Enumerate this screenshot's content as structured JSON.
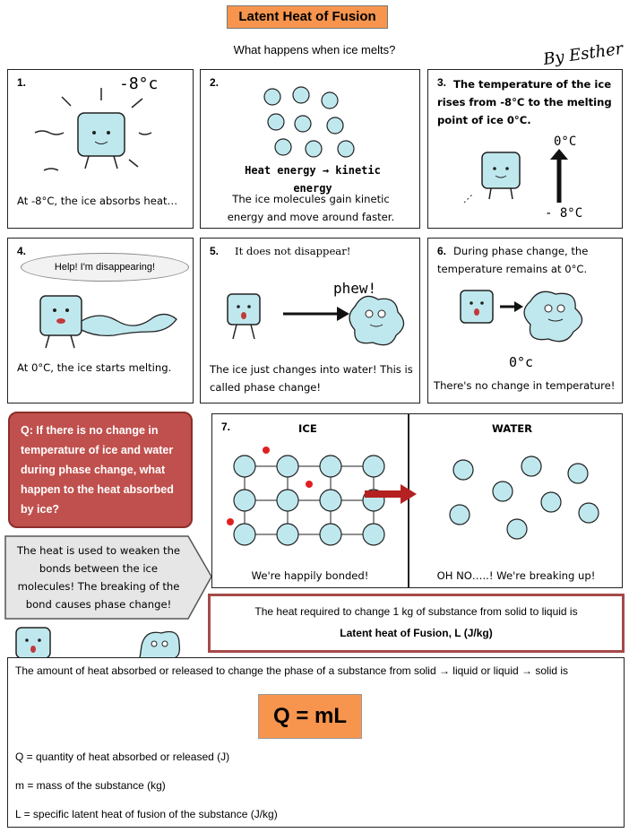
{
  "title": "Latent Heat of Fusion",
  "subtitle": "What happens when ice melts?",
  "signature": "By Esther",
  "panel1": {
    "num": "1.",
    "temp": "-8°c",
    "caption": "At -8°C, the ice absorbs heat…"
  },
  "panel2": {
    "num": "2.",
    "arrow_label": "Heat energy → kinetic energy",
    "caption": "The ice molecules gain kinetic energy and move around faster."
  },
  "panel3": {
    "num": "3.",
    "caption": "The temperature of the ice rises from -8°C to the melting point of ice 0°C.",
    "top_temp": "0°C",
    "bottom_temp": "- 8°C"
  },
  "panel4": {
    "num": "4.",
    "bubble": "Help! I'm disappearing!",
    "caption": "At 0°C, the ice starts melting."
  },
  "panel5": {
    "num": "5.",
    "heading": "It does not disappear!",
    "phew": "phew!",
    "caption": "The ice just changes into water! This is called phase change!"
  },
  "panel6": {
    "num": "6.",
    "caption": "During phase change, the temperature remains at 0°C.",
    "temp": "0°c",
    "bottom": "There's no change in temperature!"
  },
  "question": "Q: If there is no change in temperature of ice and water during phase change, what happen to the heat absorbed by ice?",
  "answer": "The heat is used to weaken the bonds between the ice molecules! The breaking of the bond causes phase change!",
  "panel7": {
    "num": "7.",
    "ice_label": "ICE",
    "water_label": "WATER",
    "ice_caption": "We're happily bonded!",
    "water_caption": "OH NO…..! We're breaking up!"
  },
  "definition": {
    "line1": "The heat required to change 1 kg of substance from solid to liquid is",
    "line2": "Latent heat of Fusion, L   (J/kg)"
  },
  "bottom": {
    "intro": "The amount of heat absorbed or released to change the phase of a substance from solid → liquid or liquid → solid is",
    "formula": "Q = mL",
    "q_def": "Q = quantity of heat absorbed or released   (J)",
    "m_def": "m = mass of the substance    (kg)",
    "l_def": "L  = specific latent heat of fusion of the substance    (J/kg)"
  },
  "colors": {
    "ice": "#bfe8ee",
    "orange": "#f7954e",
    "red_box": "#c0504d",
    "def_border": "#a64a4a"
  }
}
